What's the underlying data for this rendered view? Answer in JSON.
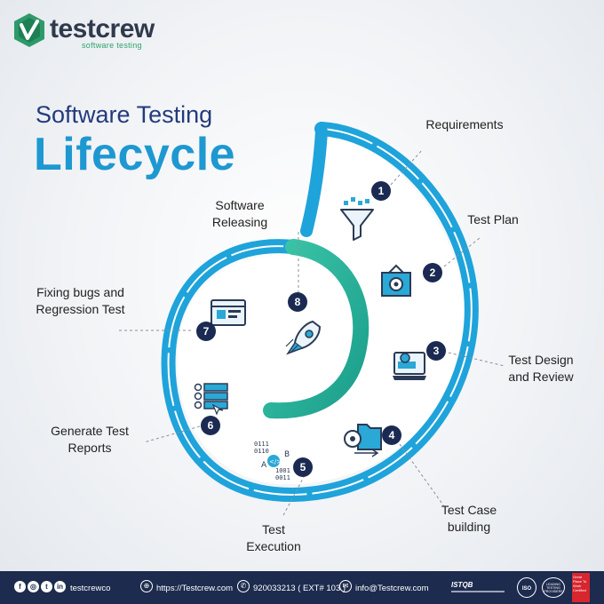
{
  "brand": {
    "name": "testcrew",
    "tagline": "software testing"
  },
  "title": {
    "line1": "Software Testing",
    "line2": "Lifecycle"
  },
  "steps": [
    {
      "num": "1",
      "label_lines": [
        "Requirements"
      ],
      "icon": "funnel-icon"
    },
    {
      "num": "2",
      "label_lines": [
        "Test Plan"
      ],
      "icon": "plan-box-icon"
    },
    {
      "num": "3",
      "label_lines": [
        "Test Design",
        "and Review"
      ],
      "icon": "laptop-review-icon"
    },
    {
      "num": "4",
      "label_lines": [
        "Test Case",
        "building"
      ],
      "icon": "folder-gear-icon"
    },
    {
      "num": "5",
      "label_lines": [
        "Test",
        "Execution"
      ],
      "icon": "binary-code-icon"
    },
    {
      "num": "6",
      "label_lines": [
        "Generate Test",
        "Reports"
      ],
      "icon": "report-list-icon"
    },
    {
      "num": "7",
      "label_lines": [
        "Fixing bugs and",
        "Regression Test"
      ],
      "icon": "browser-window-icon"
    },
    {
      "num": "8",
      "label_lines": [
        "Software",
        "Releasing"
      ],
      "icon": "rocket-icon"
    }
  ],
  "colors": {
    "spiral_blue": "#1fa3db",
    "spiral_green": "#29b8a0",
    "badge": "#1b2a52",
    "footer": "#1d2b4e",
    "title_dark": "#233a7c",
    "title_blue": "#1e98d1"
  },
  "footer": {
    "social_icons": [
      "facebook-icon",
      "instagram-icon",
      "twitter-icon",
      "linkedin-icon"
    ],
    "handle": "testcrewco",
    "website": "https://Testcrew.com",
    "phone": "920033213 ( EXT# 103 )",
    "email": "info@Testcrew.com",
    "certs": [
      "ISTQB",
      "ISO",
      "LEADING TESTING PROVIDERS",
      "Great Place To Work Certified"
    ]
  }
}
